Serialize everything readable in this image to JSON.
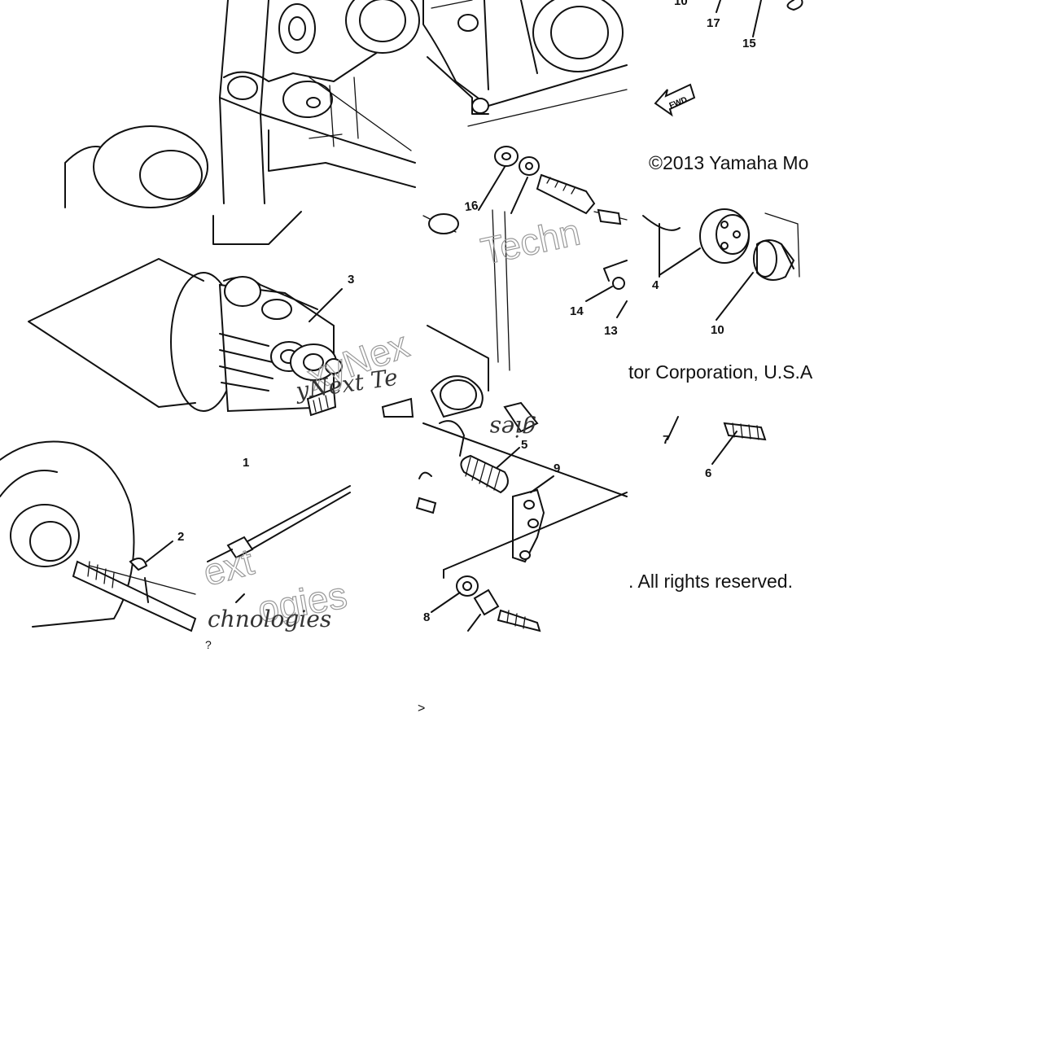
{
  "copyright": {
    "line1": "©2013 Yamaha Mo",
    "line2": "tor Corporation, U.S.A",
    "line3": ". All rights reserved."
  },
  "callouts": [
    {
      "id": "1",
      "label": "1"
    },
    {
      "id": "2",
      "label": "2"
    },
    {
      "id": "3",
      "label": "3"
    },
    {
      "id": "4",
      "label": "4"
    },
    {
      "id": "5",
      "label": "5"
    },
    {
      "id": "6",
      "label": "6"
    },
    {
      "id": "7",
      "label": "7"
    },
    {
      "id": "8",
      "label": "8"
    },
    {
      "id": "9",
      "label": "9"
    },
    {
      "id": "10a",
      "label": "10"
    },
    {
      "id": "10b",
      "label": "10"
    },
    {
      "id": "13",
      "label": "13"
    },
    {
      "id": "14",
      "label": "14"
    },
    {
      "id": "15",
      "label": "15"
    },
    {
      "id": "16",
      "label": "16"
    },
    {
      "id": "17",
      "label": "17"
    }
  ],
  "fwd_arrow": "FWD",
  "watermark": {
    "a": "Techn",
    "b": "xyNex",
    "c": "yNext Te",
    "d": "gies",
    "e": "ext",
    "f": "ogies",
    "g": "chnologies"
  },
  "stray_marks": {
    "m1": "?",
    "m2": ">"
  }
}
